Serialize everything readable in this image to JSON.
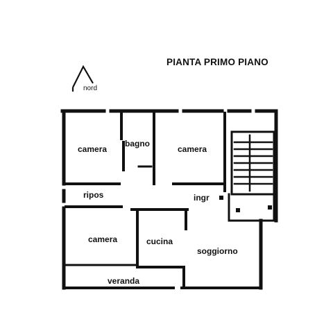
{
  "title": "PIANTA PRIMO PIANO",
  "compass": {
    "label": "nord"
  },
  "rooms": {
    "camera_top_left": "camera",
    "bagno": "bagno",
    "camera_top_right": "camera",
    "ripos": "ripos",
    "ingr": "ingr",
    "camera_bottom": "camera",
    "cucina": "cucina",
    "soggiorno": "soggiorno",
    "veranda": "veranda"
  },
  "colors": {
    "walls": "#111111",
    "background": "#ffffff"
  }
}
